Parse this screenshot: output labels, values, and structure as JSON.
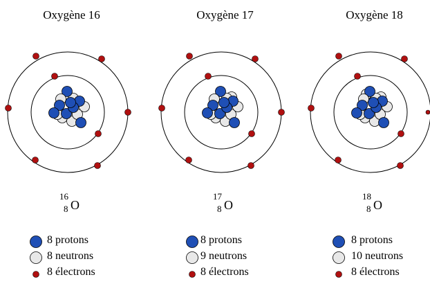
{
  "isotopes": [
    {
      "title": "Oxygène 16",
      "mass": "16",
      "atomic_number": "8",
      "symbol": "O",
      "legend": {
        "protons": "8 protons",
        "neutrons": "8 neutrons",
        "electrons": "8 électrons"
      }
    },
    {
      "title": "Oxygène 17",
      "mass": "17",
      "atomic_number": "8",
      "symbol": "O",
      "legend": {
        "protons": "8 protons",
        "neutrons": "9 neutrons",
        "electrons": "8 électrons"
      }
    },
    {
      "title": "Oxygène 18",
      "mass": "18",
      "atomic_number": "8",
      "symbol": "O",
      "legend": {
        "protons": "8 protons",
        "neutrons": "10 neutrons",
        "electrons": "8 électrons"
      }
    }
  ],
  "colors": {
    "proton": "#1f4fb5",
    "neutron": "#e8e8e8",
    "electron": "#b01010",
    "orbit": "#000000"
  }
}
